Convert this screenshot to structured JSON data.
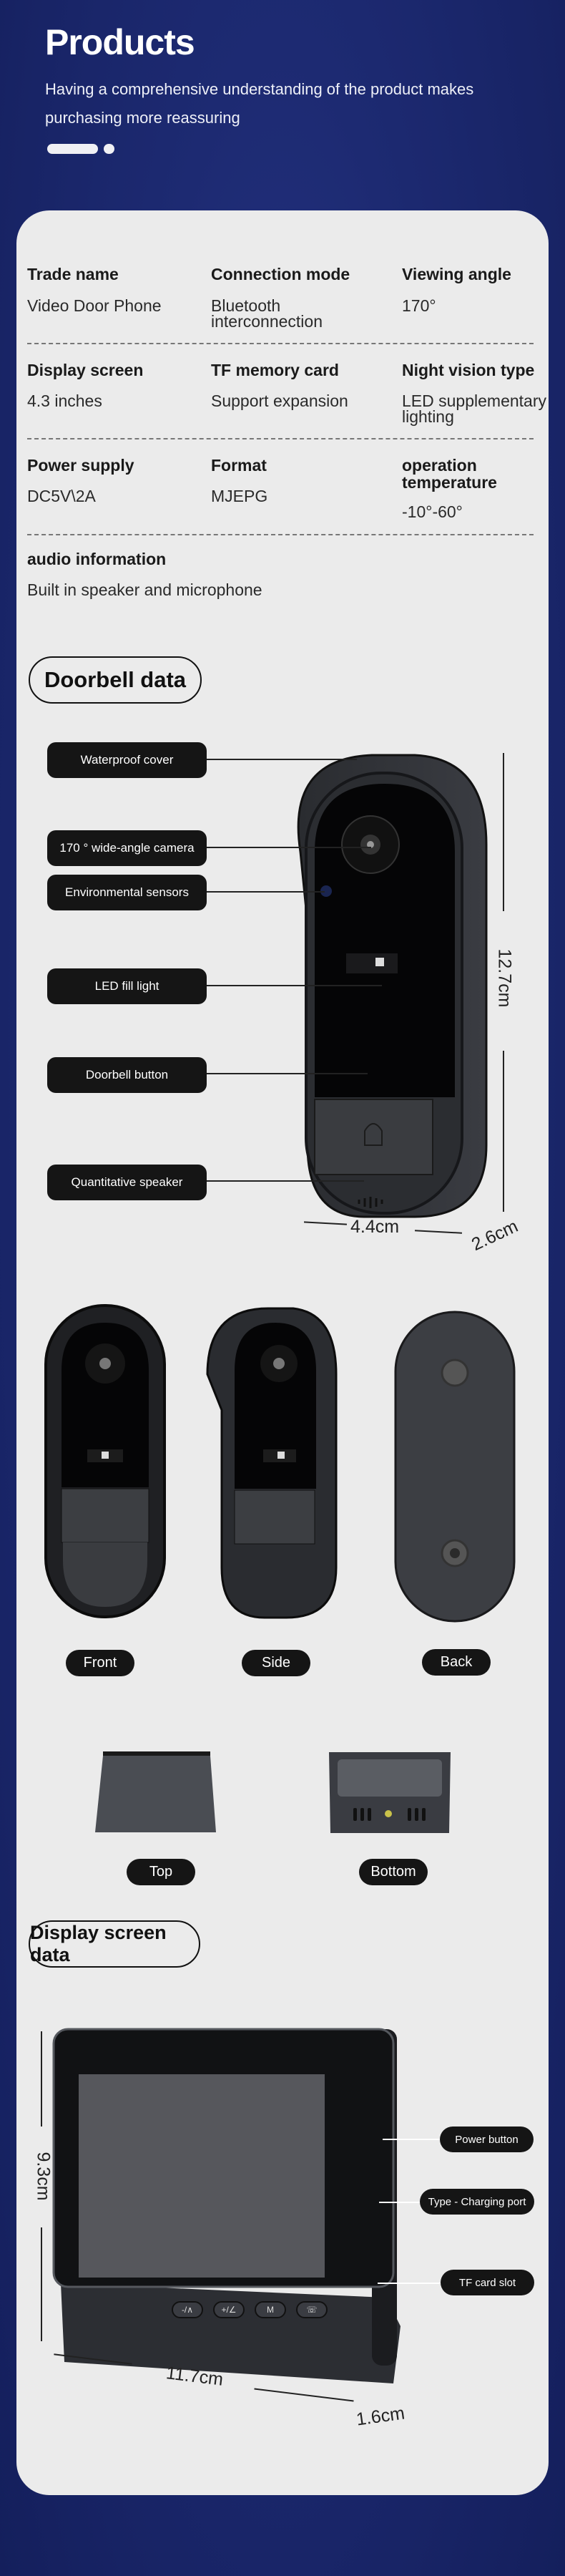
{
  "header": {
    "title": "Products",
    "subtitle": "Having a comprehensive understanding of the product makes purchasing more reassuring"
  },
  "specs": [
    {
      "label": "Trade name",
      "value": "Video Door Phone"
    },
    {
      "label": "Connection mode",
      "value": "Bluetooth interconnection"
    },
    {
      "label": "Viewing angle",
      "value": "170°"
    },
    {
      "label": "Display screen",
      "value": "4.3 inches"
    },
    {
      "label": "TF memory card",
      "value": "Support expansion"
    },
    {
      "label": "Night vision type",
      "value": "LED supplementary lighting"
    },
    {
      "label": "Power supply",
      "value": "DC5V\\2A"
    },
    {
      "label": "Format",
      "value": "MJEPG"
    },
    {
      "label": "operation temperature",
      "value": "-10°-60°"
    },
    {
      "label": "audio information",
      "value": "Built in speaker and microphone"
    }
  ],
  "doorbell": {
    "title": "Doorbell data",
    "callouts": [
      "Waterproof cover",
      "170 ° wide-angle camera",
      "Environmental sensors",
      "LED fill light",
      "Doorbell button",
      "Quantitative speaker"
    ],
    "dims": {
      "height": "12.7cm",
      "width": "4.4cm",
      "depth": "2.6cm"
    },
    "views": [
      "Front",
      "Side",
      "Back",
      "Top",
      "Bottom"
    ]
  },
  "display": {
    "title": "Display screen data",
    "callouts": [
      "Power button",
      "Type - Charging port",
      "TF card slot"
    ],
    "dims": {
      "height": "9.3cm",
      "width": "11.7cm",
      "depth": "1.6cm"
    },
    "buttons": [
      "-/∧",
      "+/∠",
      "M",
      "☏"
    ]
  },
  "colors": {
    "background": "#1d2a72",
    "card": "#ebebeb",
    "label": "#151515"
  }
}
